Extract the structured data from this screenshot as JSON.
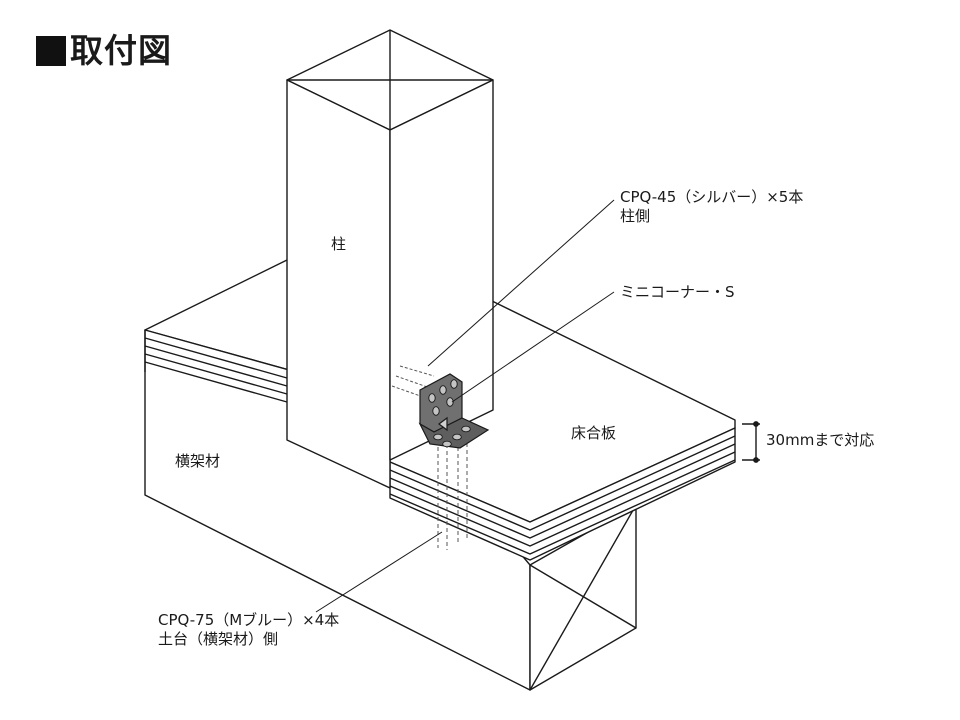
{
  "title": "■取付図",
  "title_text": "取付図",
  "labels": {
    "post": "柱",
    "beam": "横架材",
    "floor_board": "床合板",
    "thickness_note": "30mmまで対応",
    "bracket": "ミニコーナー・S",
    "screw_post_line1": "CPQ-45（シルバー）×5本",
    "screw_post_line2": "柱側",
    "screw_beam_line1": "CPQ-75（Mブルー）×4本",
    "screw_beam_line2": "土台（横架材）側"
  },
  "colors": {
    "line": "#1a1a1a",
    "fill": "#ffffff",
    "bracket_fill": "#6e6e6e",
    "bracket_hole": "#bdbdbd"
  }
}
